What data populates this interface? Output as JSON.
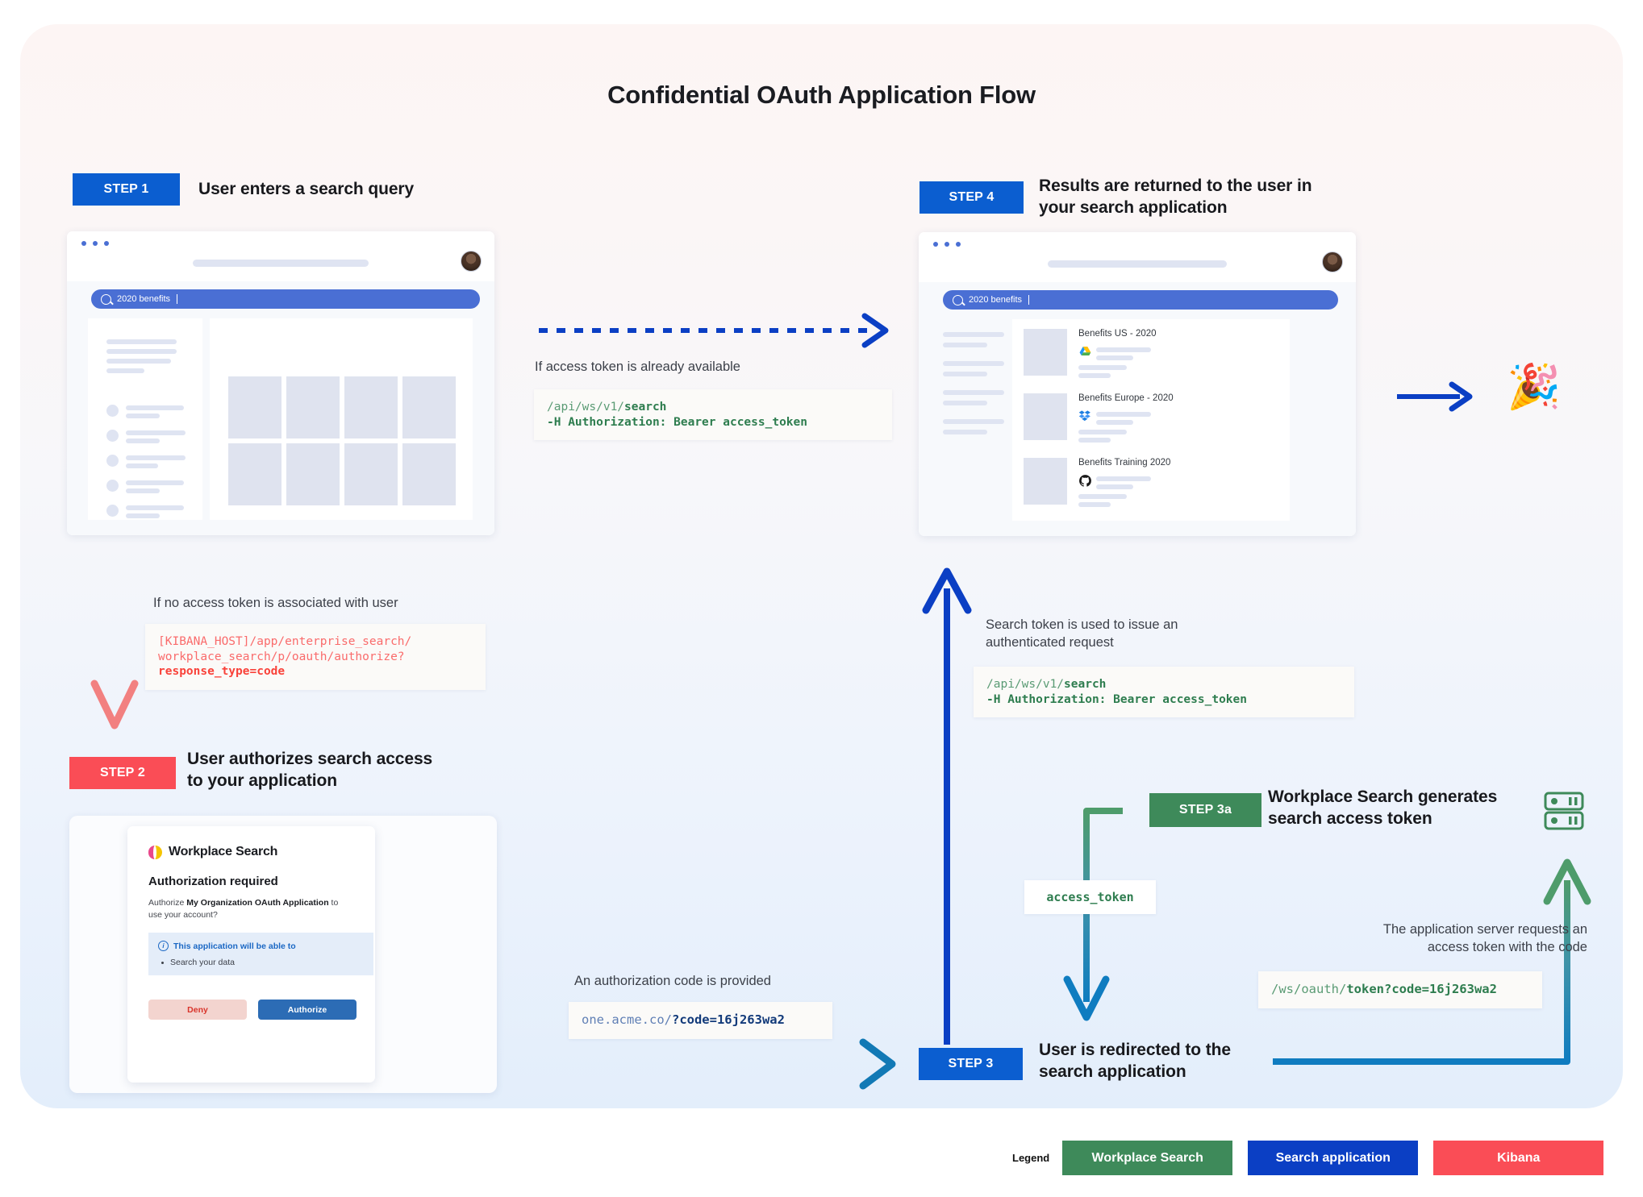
{
  "title": "Confidential OAuth Application Flow",
  "steps": {
    "step1": {
      "chip": "STEP 1",
      "title": "User enters a search query"
    },
    "step2": {
      "chip": "STEP 2",
      "title": "User authorizes search access\nto your application"
    },
    "step3": {
      "chip": "STEP 3",
      "title": "User is redirected to the\nsearch application"
    },
    "step3a": {
      "chip": "STEP 3a",
      "title": "Workplace Search generates\nsearch access token"
    },
    "step4": {
      "chip": "STEP 4",
      "title": "Results are returned to the user in\nyour search application"
    }
  },
  "browser1": {
    "search_value": "2020 benefits",
    "search_icon": "magnifier-icon"
  },
  "browser2": {
    "search_value": "2020 benefits",
    "results": [
      {
        "title": "Benefits US - 2020",
        "source_icon": "google-drive-icon"
      },
      {
        "title": "Benefits Europe - 2020",
        "source_icon": "dropbox-icon"
      },
      {
        "title": "Benefits Training 2020",
        "source_icon": "github-icon"
      }
    ]
  },
  "notes": {
    "token_available": "If access token is already available",
    "no_token": "If no access token is associated with user",
    "auth_code": "An authorization code is provided",
    "search_token_used": "Search token is used to issue an\nauthenticated request",
    "server_requests": "The application server requests an\naccess token with the code"
  },
  "code": {
    "search_request_top": {
      "dim": "/api/ws/v1/",
      "bold": "search",
      "line2": "-H Authorization: Bearer access_token"
    },
    "kibana_authorize": {
      "dim": "[KIBANA_HOST]/app/enterprise_search/\nworkplace_search/p/oauth/authorize?",
      "bold": "response_type=code"
    },
    "redirect_url": {
      "dim": "one.acme.co/",
      "bold": "?code=16j263wa2"
    },
    "search_request_bottom": {
      "dim": "/api/ws/v1/",
      "bold": "search",
      "line2": "-H Authorization: Bearer access_token"
    },
    "token_request": {
      "dim": "/ws/oauth/",
      "bold": "token?code=16j263wa2"
    },
    "access_token_label": "access_token"
  },
  "auth_card": {
    "brand": "Workplace Search",
    "heading": "Authorization required",
    "body_prefix": "Authorize ",
    "body_bold": "My Organization OAuth Application",
    "body_suffix": " to use your account?",
    "info_heading": "This application will be able to",
    "info_items": [
      "Search your data"
    ],
    "deny_label": "Deny",
    "authorize_label": "Authorize"
  },
  "legend": {
    "label": "Legend",
    "items": [
      {
        "text": "Workplace Search",
        "color": "#3e8a5a"
      },
      {
        "text": "Search application",
        "color": "#0b3fc4"
      },
      {
        "text": "Kibana",
        "color": "#fa4d56"
      }
    ]
  },
  "colors": {
    "blue": "#0b5ed0",
    "red": "#fa4d56",
    "green": "#3e8a5a",
    "code_green": "#2e7d4f",
    "code_red": "#f9423a",
    "code_navy": "#123a7a"
  },
  "celebration_emoji": "🎉"
}
